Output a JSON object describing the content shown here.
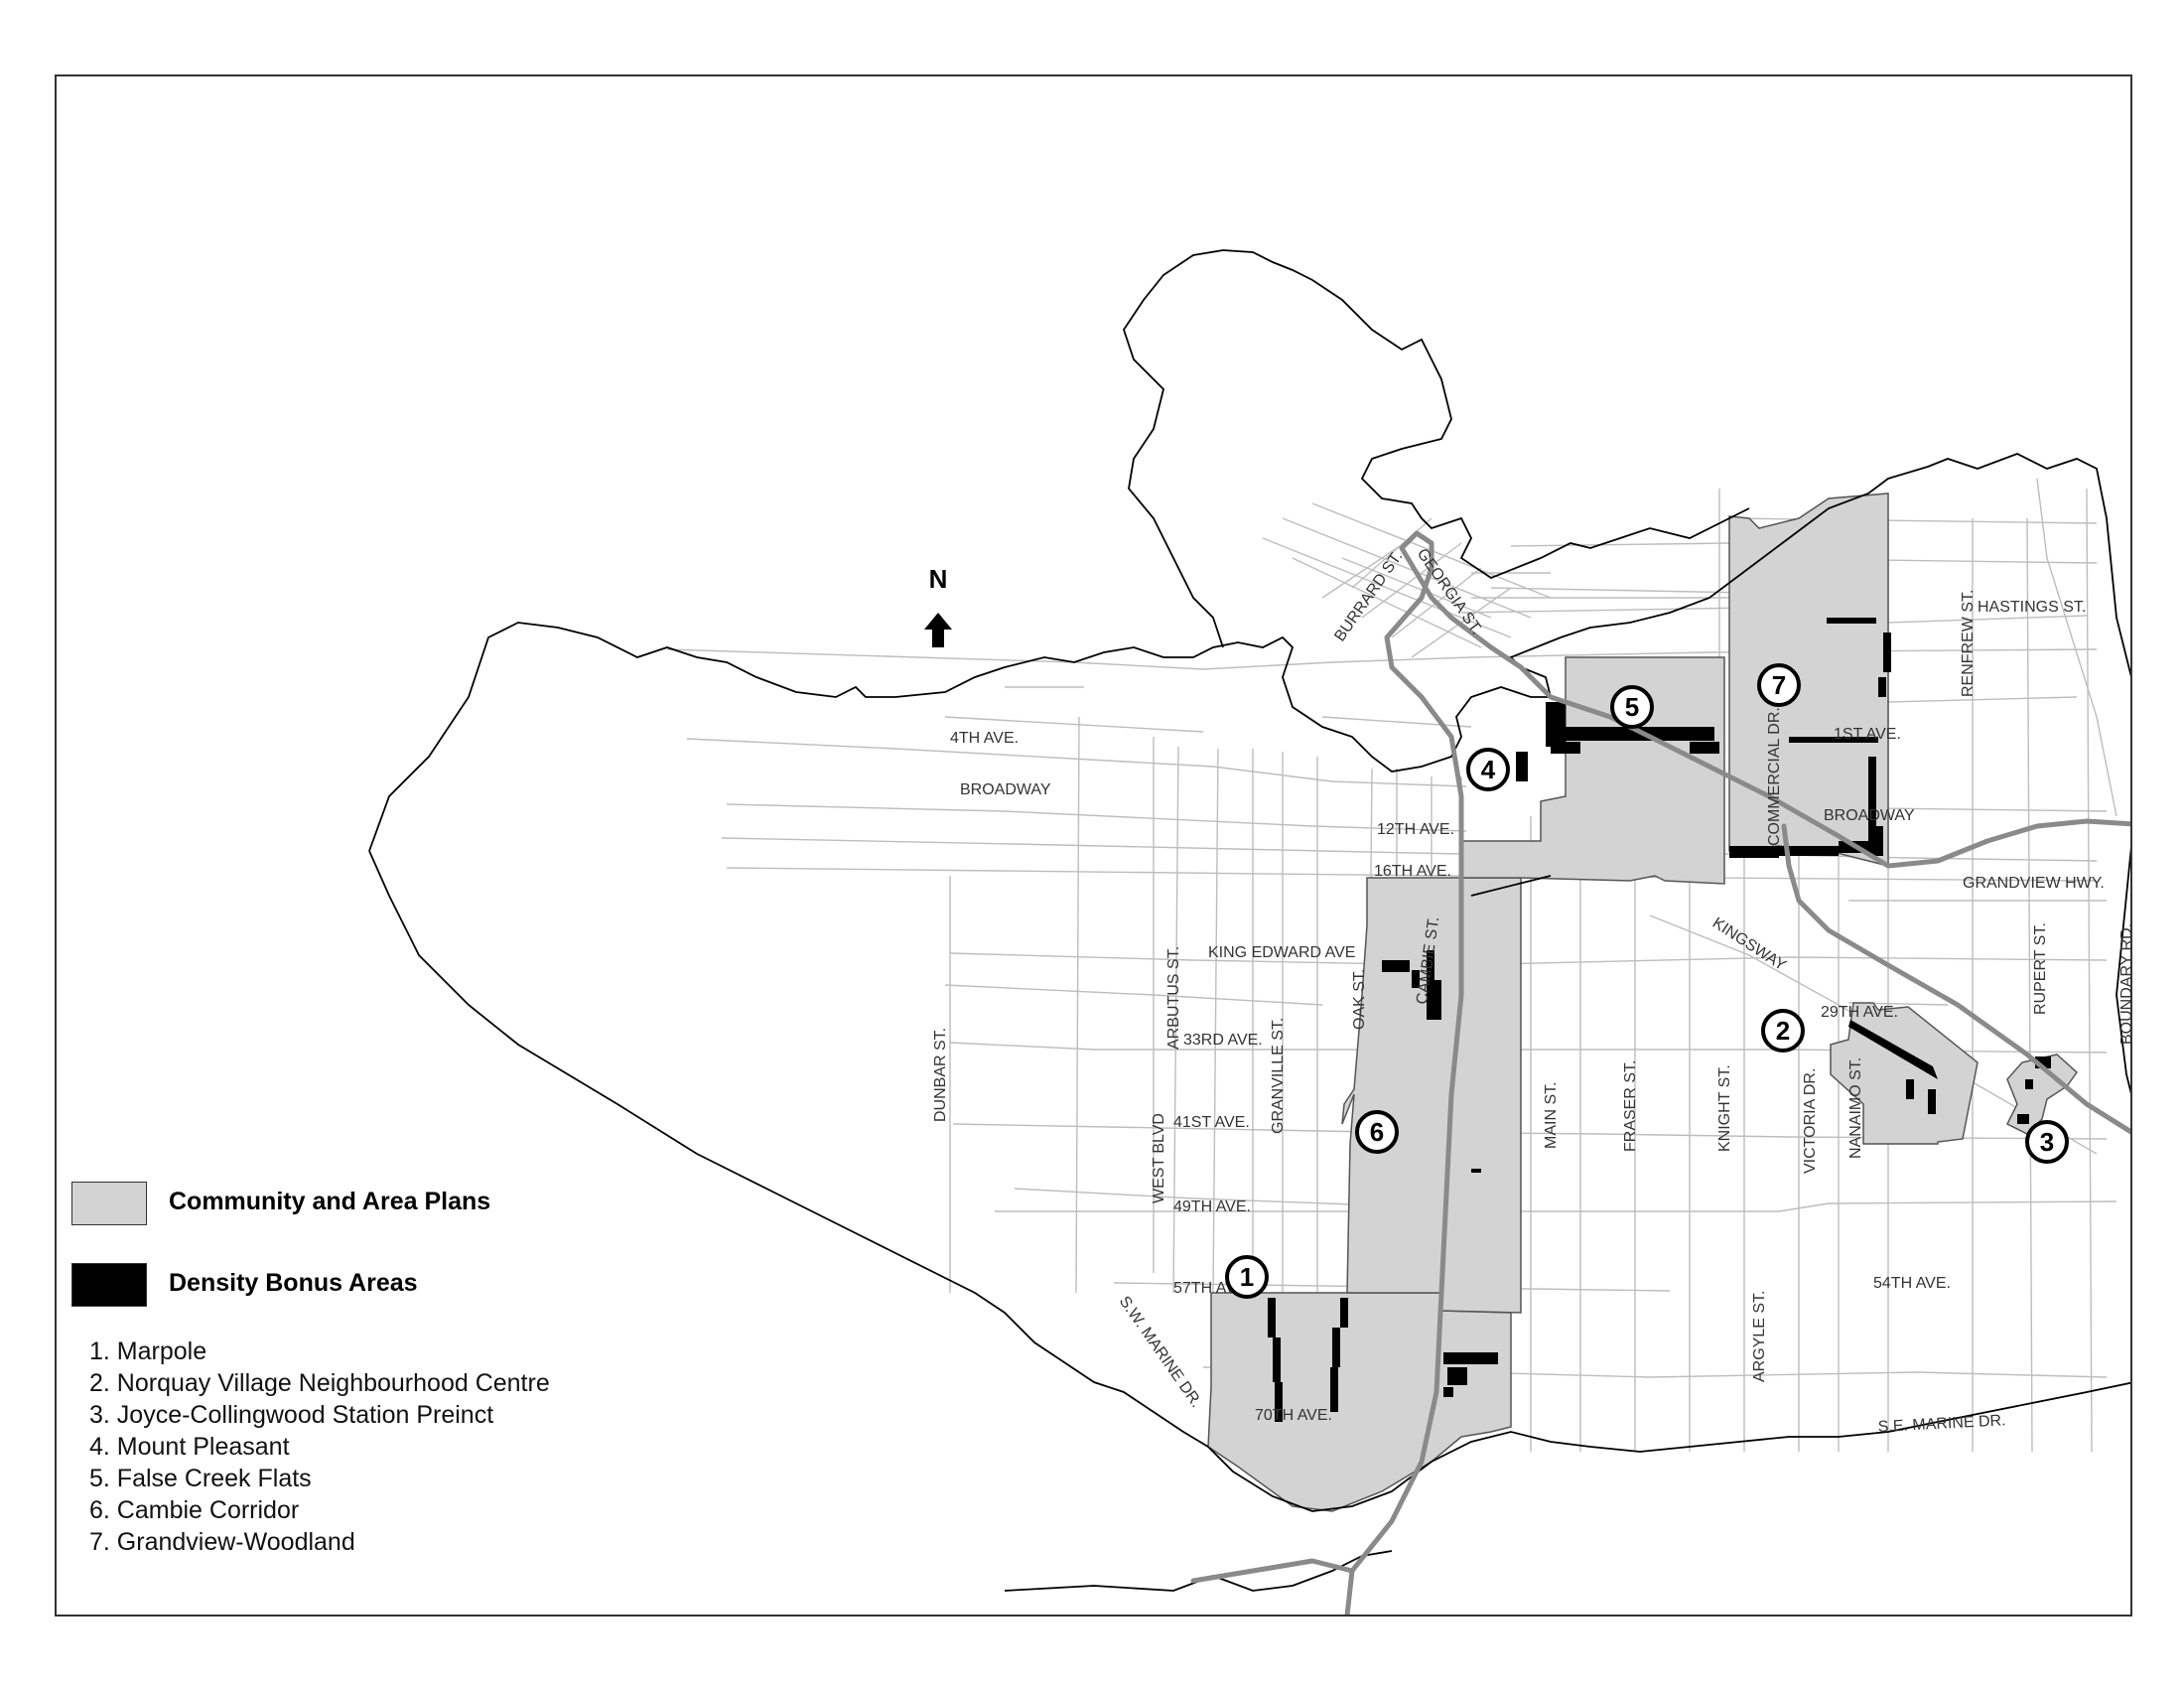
{
  "north_label": "N",
  "colors": {
    "plan_fill": "#d3d3d3",
    "density_fill": "#000000",
    "street_line": "#bdbdbd",
    "transit_line": "#8a8a8a",
    "coast_line": "#000000"
  },
  "legend": {
    "community_label": "Community and Area Plans",
    "density_label": "Density Bonus Areas"
  },
  "plans": [
    "1. Marpole",
    "2. Norquay Village Neighbourhood Centre",
    "3. Joyce-Collingwood Station Preinct",
    "4. Mount Pleasant",
    "5. False Creek Flats",
    "6. Cambie Corridor",
    "7. Grandview-Woodland"
  ],
  "markers": [
    "1",
    "2",
    "3",
    "4",
    "5",
    "6",
    "7"
  ],
  "streets": {
    "hastings": "HASTINGS ST.",
    "burrard": "BURRARD ST.",
    "georgia": "GEORGIA ST.",
    "fourth": "4TH AVE.",
    "broadway": "BROADWAY",
    "twelfth": "12TH AVE.",
    "sixteenth": "16TH AVE.",
    "king_edward": "KING EDWARD AVE",
    "thirtythird": "33RD AVE.",
    "fortyfirst": "41ST AVE.",
    "fortyninth": "49TH AVE.",
    "fiftyseventh": "57TH AVE.",
    "seventieth": "70TH AVE.",
    "twentyninth": "29TH AVE.",
    "fiftyfourth": "54TH AVE.",
    "first": "1ST AVE.",
    "broadway_east": "BROADWAY",
    "grandview_hwy": "GRANDVIEW HWY.",
    "kingsway": "KINGSWAY",
    "se_marine": "S.E. MARINE DR.",
    "sw_marine": "S.W. MARINE DR.",
    "dunbar": "DUNBAR ST.",
    "arbutus": "ARBUTUS ST.",
    "west_blvd": "WEST BLVD",
    "granville": "GRANVILLE ST.",
    "oak": "OAK ST.",
    "cambie": "CAMBIE ST.",
    "main": "MAIN ST.",
    "fraser": "FRASER ST.",
    "knight": "KNIGHT ST.",
    "victoria": "VICTORIA DR.",
    "nanaimo": "NANAIMO ST.",
    "commercial": "COMMERCIAL DR.",
    "renfrew": "RENFREW ST.",
    "rupert": "RUPERT ST.",
    "boundary": "BOUNDARY RD.",
    "argyle": "ARGYLE ST."
  }
}
